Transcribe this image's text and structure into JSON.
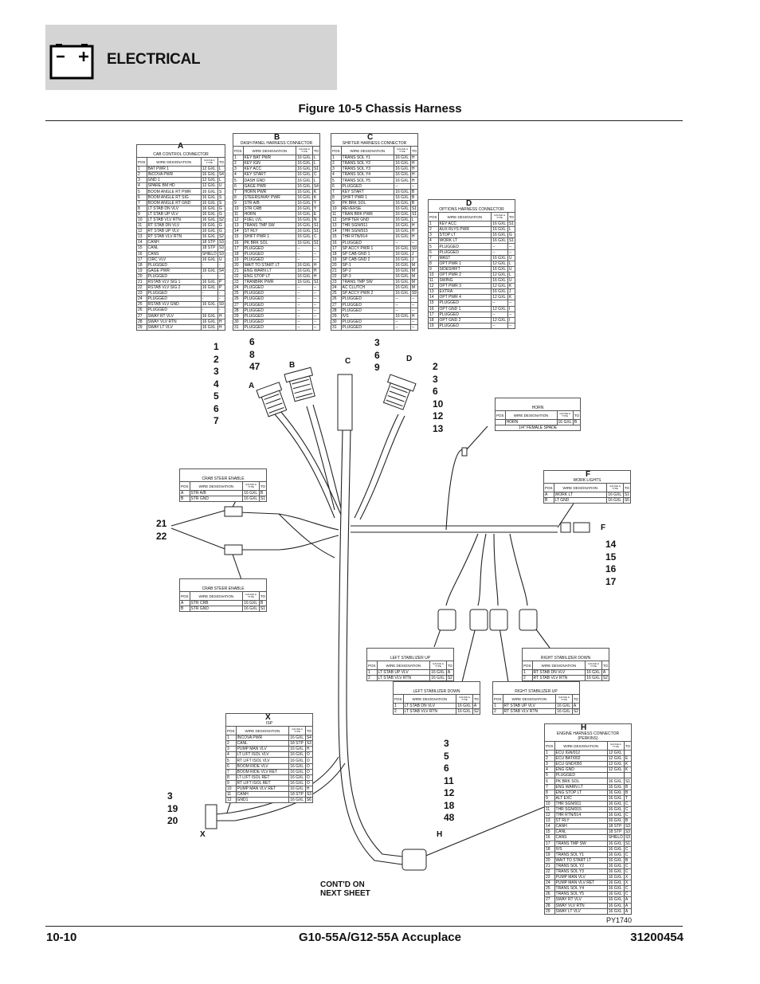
{
  "section_title": "ELECTRICAL",
  "figure_title": "Figure 10-5 Chassis Harness",
  "footer": {
    "page": "10-10",
    "model": "G10-55A/G12-55A Accuplace",
    "part_number": "31200454"
  },
  "drawing_id": "PY1740",
  "continued_note": "CONT'D ON\nNEXT SHEET",
  "col_headers": {
    "pos": "POS",
    "wire": "WIRE DESIGNATION",
    "gauge": "GAUGE &\nTYPE",
    "to": "TO"
  },
  "connector_labels": {
    "a": "A",
    "b": "B",
    "c": "C",
    "d": "D",
    "f": "F",
    "h": "H",
    "x": "X"
  },
  "pin_callouts": {
    "a": "1\n2\n3\n4\n5\n6\n7",
    "b": "6\n8\n47",
    "c": "3\n6\n9",
    "d": "2\n3\n6\n10\n12\n13",
    "crab": "21\n22",
    "f": "14\n15\n16\n17",
    "x": "3\n19\n20",
    "h": "3\n5\n6\n11\n12\n18\n48"
  },
  "tables": {
    "a": {
      "title": "CAB CONTROL CONNECTOR",
      "rows": [
        [
          "1",
          "BAT PWR 1",
          "12 GXL",
          "L"
        ],
        [
          "2",
          "INCOVA PWR",
          "16 GXL",
          "S4"
        ],
        [
          "3",
          "GND 1",
          "12 GXL",
          "L"
        ],
        [
          "4",
          "SPARE BM HD",
          "12 GXL",
          "U"
        ],
        [
          "5",
          "BOOM ANGLE RT PWR",
          "16 GXL",
          "S"
        ],
        [
          "6",
          "BOOM ANGLE RT SIG",
          "16 GXL",
          "S"
        ],
        [
          "7",
          "BOOM ANGLE RT GND",
          "16 GXL",
          "S"
        ],
        [
          "8",
          "LT STAB DN VLV",
          "16 GXL",
          "G"
        ],
        [
          "9",
          "LT STAB UP VLV",
          "16 GXL",
          "G"
        ],
        [
          "10",
          "LT STAB VLV RTN",
          "16 GXL",
          "S2"
        ],
        [
          "11",
          "RT STAB DN VLV",
          "16 GXL",
          "G"
        ],
        [
          "12",
          "RT STAB UP VLV",
          "16 GXL",
          "G"
        ],
        [
          "13",
          "RT STAB VLV RTN",
          "16 GXL",
          "S2"
        ],
        [
          "14",
          "CANH",
          "18 STP",
          "S3"
        ],
        [
          "15",
          "CANL",
          "18 STP",
          "S3"
        ],
        [
          "16",
          "CANS",
          "SHIELD",
          "S3"
        ],
        [
          "17",
          "CIRC VLV",
          "16 GXL",
          "U"
        ],
        [
          "18",
          "PLUGGED",
          "-",
          "-"
        ],
        [
          "19",
          "GAGE PWR",
          "16 GXL",
          "S4"
        ],
        [
          "20",
          "PLUGGED",
          "-",
          "-"
        ],
        [
          "21",
          "RSTAB VLV SIG 1",
          "16 GXL",
          "P"
        ],
        [
          "22",
          "RSTAB VLV SIG 2",
          "16 GXL",
          "P"
        ],
        [
          "23",
          "PLUGGED",
          "-",
          "-"
        ],
        [
          "24",
          "PLUGGED",
          "-",
          "-"
        ],
        [
          "25",
          "RSTAB VLV GND",
          "16 GXL",
          "S9"
        ],
        [
          "26",
          "PLUGGED",
          "-",
          "-"
        ],
        [
          "27",
          "SWAY RT VLV",
          "16 GXL",
          "H"
        ],
        [
          "28",
          "SWAY VLV RTN",
          "16 GXL",
          "H"
        ],
        [
          "29",
          "SWAY LT VLV",
          "16 GXL",
          "H"
        ]
      ]
    },
    "b": {
      "title": "DASH PANEL HARNESS CONNECTOR",
      "rows": [
        [
          "1",
          "KEY BAT PWR",
          "16 GXL",
          "L"
        ],
        [
          "2",
          "KEY IGN",
          "16 GXL",
          "L"
        ],
        [
          "3",
          "KEY ACC",
          "16 GXL",
          "S1"
        ],
        [
          "4",
          "KEY START",
          "16 GXL",
          "C"
        ],
        [
          "5",
          "DASH GND",
          "16 GXL",
          "L"
        ],
        [
          "6",
          "GAGE PWR",
          "16 GXL",
          "S4"
        ],
        [
          "7",
          "HORN PWR",
          "16 GXL",
          "K"
        ],
        [
          "8",
          "STEERS/WAY PWR",
          "16 GXL",
          "K"
        ],
        [
          "9",
          "STR A/B",
          "16 GXL",
          "Y"
        ],
        [
          "10",
          "STR CRB",
          "16 GXL",
          "Y"
        ],
        [
          "11",
          "HORN",
          "16 GXL",
          "E"
        ],
        [
          "12",
          "FUEL LVL",
          "16 GXL",
          "N"
        ],
        [
          "13",
          "TRANS TMP SW",
          "16 GXL",
          "S1"
        ],
        [
          "14",
          "ST RLY",
          "16 GXL",
          "S1"
        ],
        [
          "15",
          "SHIFT PWR 1",
          "16 GXL",
          "C"
        ],
        [
          "16",
          "PK BRK SOL",
          "16 GXL",
          "S1"
        ],
        [
          "17",
          "PLUGGED",
          "--",
          "--"
        ],
        [
          "18",
          "PLUGGED",
          "--",
          "--"
        ],
        [
          "19",
          "PLUGGED",
          "--",
          "--"
        ],
        [
          "20",
          "WAIT TO START LT",
          "16 GXL",
          "H"
        ],
        [
          "21",
          "ENG WARN LT",
          "16 GXL",
          "H"
        ],
        [
          "22",
          "ENG STOP LT",
          "16 GXL",
          "H"
        ],
        [
          "23",
          "TRANBRK PWR",
          "16 GXL",
          "S1"
        ],
        [
          "24",
          "PLUGGED",
          "--",
          "--"
        ],
        [
          "25",
          "PLUGGED",
          "--",
          "--"
        ],
        [
          "26",
          "PLUGGED",
          "--",
          "--"
        ],
        [
          "27",
          "PLUGGED",
          "--",
          "--"
        ],
        [
          "28",
          "PLUGGED",
          "--",
          "--"
        ],
        [
          "29",
          "PLUGGED",
          "--",
          "--"
        ],
        [
          "30",
          "PLUGGED",
          "--",
          "--"
        ],
        [
          "31",
          "PLUGGED",
          "--",
          "--"
        ]
      ]
    },
    "c": {
      "title": "SHIFTER HARNESS CONNECTOR",
      "rows": [
        [
          "1",
          "TRANS SOL Y1",
          "16 GXL",
          "H"
        ],
        [
          "2",
          "TRANS SOL Y2",
          "16 GXL",
          "H"
        ],
        [
          "3",
          "TRANS SOL Y3",
          "16 GXL",
          "H"
        ],
        [
          "4",
          "TRANS SOL Y4",
          "16 GXL",
          "H"
        ],
        [
          "5",
          "TRANS SOL Y5",
          "16 GXL",
          "H"
        ],
        [
          "6",
          "PLUGGED",
          "--",
          "--"
        ],
        [
          "7",
          "KEY START",
          "16 GXL",
          "B"
        ],
        [
          "8",
          "SHIFT PWR 1",
          "16 GXL",
          "B"
        ],
        [
          "9",
          "PK BRK SOL",
          "16 GXL",
          "B"
        ],
        [
          "10",
          "REVERSE",
          "16 GXL",
          "S1"
        ],
        [
          "11",
          "TRAN BRK PWR",
          "16 GXL",
          "S1"
        ],
        [
          "12",
          "SHIFTER GND",
          "16 GXL",
          "L"
        ],
        [
          "13",
          "THR SGN/911",
          "16 GXL",
          "H"
        ],
        [
          "14",
          "THR SGN/915",
          "16 GXL",
          "H"
        ],
        [
          "15",
          "THR RTN/914",
          "16 GXL",
          "H"
        ],
        [
          "16",
          "PLUGGED",
          "--",
          "--"
        ],
        [
          "17",
          "SP ACCY PWR 1",
          "16 GXL",
          "S9"
        ],
        [
          "18",
          "SP CAB GND 1",
          "16 GXL",
          "J"
        ],
        [
          "19",
          "SP CAB GND 2",
          "16 GXL",
          "J"
        ],
        [
          "20",
          "SP-1",
          "16 GXL",
          "M"
        ],
        [
          "21",
          "SP-2",
          "16 GXL",
          "M"
        ],
        [
          "22",
          "SP-3",
          "16 GXL",
          "M"
        ],
        [
          "23",
          "TRANS TMP SW",
          "16 GXL",
          "M"
        ],
        [
          "24",
          "AC CLUTCH",
          "16 GXL",
          "M"
        ],
        [
          "25",
          "SP ACCY PWR 2",
          "16 GXL",
          "S9"
        ],
        [
          "26",
          "PLUGGED",
          "--",
          "--"
        ],
        [
          "27",
          "PLUGGED",
          "--",
          "--"
        ],
        [
          "28",
          "PLUGGED",
          "--",
          "--"
        ],
        [
          "29",
          "IVS",
          "16 GXL",
          "H"
        ],
        [
          "30",
          "PLUGGED",
          "--",
          "--"
        ],
        [
          "31",
          "PLUGGED",
          "--",
          "--"
        ]
      ]
    },
    "d": {
      "title": "OPTIONS HARNESS CONNECTOR",
      "rows": [
        [
          "1",
          "KEY ACC",
          "16 GXL",
          "S1"
        ],
        [
          "2",
          "AUX RLYS PWR",
          "16 GXL",
          "L"
        ],
        [
          "3",
          "STOP LT",
          "16 GXL",
          "G"
        ],
        [
          "4",
          "WORK LT",
          "16 GXL",
          "S1"
        ],
        [
          "5",
          "PLUGGED",
          "--",
          "--"
        ],
        [
          "6",
          "PLUGGED",
          "--",
          "--"
        ],
        [
          "7",
          "MAST",
          "16 GXL",
          "U"
        ],
        [
          "8",
          "OPT PWR 1",
          "12 GXL",
          "L"
        ],
        [
          "9",
          "SIDESHIFT",
          "16 GXL",
          "U"
        ],
        [
          "10",
          "OPT PWR 2",
          "12 GXL",
          "L"
        ],
        [
          "11",
          "SWING",
          "16 GXL",
          "U"
        ],
        [
          "12",
          "OPT PWR 3",
          "12 GXL",
          "K"
        ],
        [
          "13",
          "EXTRA",
          "16 GXL",
          "J"
        ],
        [
          "14",
          "OPT PWR 4",
          "12 GXL",
          "K"
        ],
        [
          "15",
          "PLUGGED",
          "--",
          "--"
        ],
        [
          "16",
          "OPT GND 1",
          "12 GXL",
          "I"
        ],
        [
          "17",
          "PLUGGED",
          "--",
          "--"
        ],
        [
          "18",
          "OPT GND 2",
          "12 GXL",
          "I"
        ],
        [
          "19",
          "PLUGGED",
          "--",
          "--"
        ]
      ]
    },
    "horn": {
      "title": "HORN",
      "rows": [
        [
          "",
          "HORN",
          "16 GXL",
          "B"
        ]
      ],
      "note": "1/4\" FEMALE SPADE"
    },
    "crab1": {
      "title": "CRAB STEER ENABLE",
      "rows": [
        [
          "A",
          "STR A/B",
          "16 GXL",
          "B"
        ],
        [
          "B",
          "STR GND",
          "16 GXL",
          "S1"
        ]
      ]
    },
    "crab2": {
      "title": "CRAB STEER ENABLE",
      "rows": [
        [
          "A",
          "STR CRB",
          "16 GXL",
          "B"
        ],
        [
          "B",
          "STR GND",
          "16 GXL",
          "S1"
        ]
      ]
    },
    "work": {
      "title": "WORK LIGHTS",
      "rows": [
        [
          "A",
          "WORK LT",
          "16 GXL",
          "S1"
        ],
        [
          "B",
          "LT GND",
          "16 GXL",
          "S5"
        ]
      ]
    },
    "lsu": {
      "title": "LEFT STABILIZER UP",
      "rows": [
        [
          "1",
          "LT STAB UP VLV",
          "16 GXL",
          "A"
        ],
        [
          "2",
          "LT STAB VLV RTN",
          "16 GXL",
          "S2"
        ]
      ]
    },
    "rsd": {
      "title": "RIGHT STABILIZER DOWN",
      "rows": [
        [
          "1",
          "RT STAB DN VLV",
          "16 GXL",
          "A"
        ],
        [
          "2",
          "RT STAB VLV RTN",
          "16 GXL",
          "S2"
        ]
      ]
    },
    "lsd": {
      "title": "LEFT STABILIZER DOWN",
      "rows": [
        [
          "1",
          "LT STAB DN VLV",
          "16 GXL",
          "A"
        ],
        [
          "2",
          "LT STAB VLV RTN",
          "16 GXL",
          "S2"
        ]
      ]
    },
    "rsu": {
      "title": "RIGHT STABILIZER UP",
      "rows": [
        [
          "1",
          "RT STAB UP VLV",
          "16 GXL",
          "A"
        ],
        [
          "2",
          "RT STAB VLV RTN",
          "16 GXL",
          "S2"
        ]
      ]
    },
    "x": {
      "title": "ISP",
      "rows": [
        [
          "1",
          "INCOVA PWR",
          "16 GXL",
          "S4"
        ],
        [
          "2",
          "CANL",
          "18 STP",
          "S3"
        ],
        [
          "3",
          "PUMP MAN VLV",
          "16 GXL",
          "H"
        ],
        [
          "4",
          "LT LIFT ISOL VLV",
          "16 GXL",
          "O"
        ],
        [
          "5",
          "RT LIFT ISOL VLV",
          "16 GXL",
          "O"
        ],
        [
          "6",
          "BOOM RIDE VLV",
          "16 GXL",
          "O"
        ],
        [
          "7",
          "BOOM RIDE VLV RET",
          "16 GXL",
          "O"
        ],
        [
          "8",
          "LT LIFT ISOL RET",
          "16 GXL",
          "O"
        ],
        [
          "9",
          "RT LIFT ISOL RET",
          "16 GXL",
          "O"
        ],
        [
          "10",
          "PUMP MAN VLV RET",
          "16 GXL",
          "H"
        ],
        [
          "11",
          "CANH",
          "18 STP",
          "S3"
        ],
        [
          "12",
          "GND1",
          "16 GXL",
          "S6"
        ]
      ]
    },
    "h": {
      "title": "ENGINE HARNESS CONNECTOR\n(PERKINS)",
      "rows": [
        [
          "1",
          "ECU IGN/012",
          "12 GXL",
          ""
        ],
        [
          "2",
          "ECU BAT/002",
          "12 GXL",
          "E"
        ],
        [
          "3",
          "ECU GND/050",
          "12 GXL",
          "K"
        ],
        [
          "4",
          "ENG GND",
          "12 GXL",
          "K"
        ],
        [
          "5",
          "PLUGGED",
          "",
          ""
        ],
        [
          "6",
          "PK BRK SOL",
          "16 GXL",
          "S1"
        ],
        [
          "7",
          "ENG WARN LT",
          "16 GXL",
          "B"
        ],
        [
          "8",
          "ENG STOP LT",
          "16 GXL",
          "B"
        ],
        [
          "9",
          "ALT EXC",
          "16 GXL",
          "T"
        ],
        [
          "10",
          "THR SGN/911",
          "16 GXL",
          "C"
        ],
        [
          "11",
          "THR SGN/915",
          "16 GXL",
          "C"
        ],
        [
          "12",
          "THR RTN/914",
          "16 GXL",
          "C"
        ],
        [
          "13",
          "ST RLY",
          "16 GXL",
          "B"
        ],
        [
          "14",
          "CANH",
          "18 STP",
          "S3"
        ],
        [
          "15",
          "CANL",
          "18 STP",
          "S3"
        ],
        [
          "16",
          "CANS",
          "SHIELD",
          "S3"
        ],
        [
          "17",
          "TRANS TMP SW",
          "16 GXL",
          "S1"
        ],
        [
          "18",
          "IVS",
          "16 GXL",
          "C"
        ],
        [
          "19",
          "TRANS SOL Y1",
          "16 GXL",
          "C"
        ],
        [
          "20",
          "WAIT TO START LT",
          "16 GXL",
          "B"
        ],
        [
          "21",
          "TRANS SOL Y2",
          "16 GXL",
          "C"
        ],
        [
          "22",
          "TRANS SOL Y3",
          "16 GXL",
          "C"
        ],
        [
          "23",
          "PUMP MAN VLV",
          "16 GXL",
          "X"
        ],
        [
          "24",
          "PUMP MAN VLV RET",
          "16 GXL",
          "X"
        ],
        [
          "25",
          "TRANS SOL Y4",
          "16 GXL",
          "C"
        ],
        [
          "26",
          "TRANS SOL Y5",
          "16 GXL",
          "C"
        ],
        [
          "27",
          "SWAY RT VLV",
          "16 GXL",
          "A"
        ],
        [
          "28",
          "SWAY VLV RTN",
          "16 GXL",
          "A"
        ],
        [
          "29",
          "SWAY LT VLV",
          "16 GXL",
          "A"
        ]
      ]
    }
  }
}
